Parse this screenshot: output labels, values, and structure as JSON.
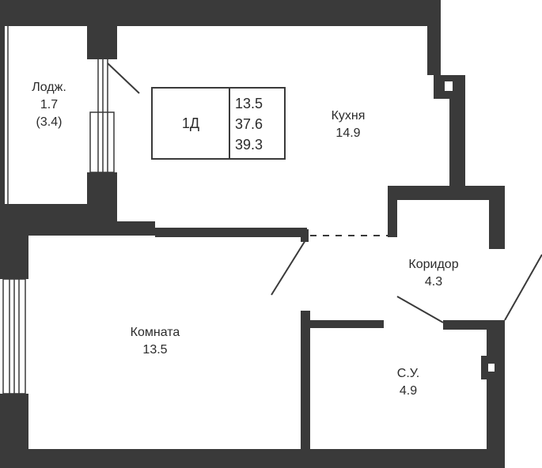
{
  "apartment": {
    "type": "1Д",
    "areas": [
      "13.5",
      "37.6",
      "39.3"
    ]
  },
  "rooms": [
    {
      "id": "loggia",
      "name": "Лодж.",
      "area": "1.7",
      "extra": "(3.4)"
    },
    {
      "id": "kitchen",
      "name": "Кухня",
      "area": "14.9"
    },
    {
      "id": "corridor",
      "name": "Коридор",
      "area": "4.3"
    },
    {
      "id": "room",
      "name": "Комната",
      "area": "13.5"
    },
    {
      "id": "bathroom",
      "name": "С.У.",
      "area": "4.9"
    }
  ],
  "colors": {
    "wall": "#3a3a3a",
    "text": "#2b2b2b",
    "background": "#ffffff"
  }
}
